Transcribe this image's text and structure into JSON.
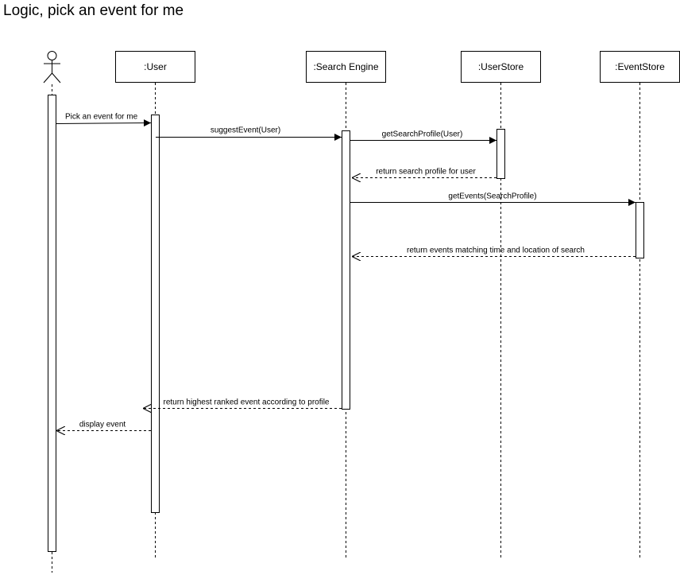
{
  "title": "Logic, pick an event for me",
  "participants": {
    "user": ":User",
    "search_engine": ":Search Engine",
    "user_store": ":UserStore",
    "event_store": ":EventStore"
  },
  "messages": {
    "m1": "Pick an event for me",
    "m2": "suggestEvent(User)",
    "m3": "getSearchProfile(User)",
    "m4": "return search profile for user",
    "m5": "getEvents(SearchProfile)",
    "m6": "return  events matching time and location of search",
    "m7": "return highest ranked event according to profile",
    "m8": "display event"
  }
}
